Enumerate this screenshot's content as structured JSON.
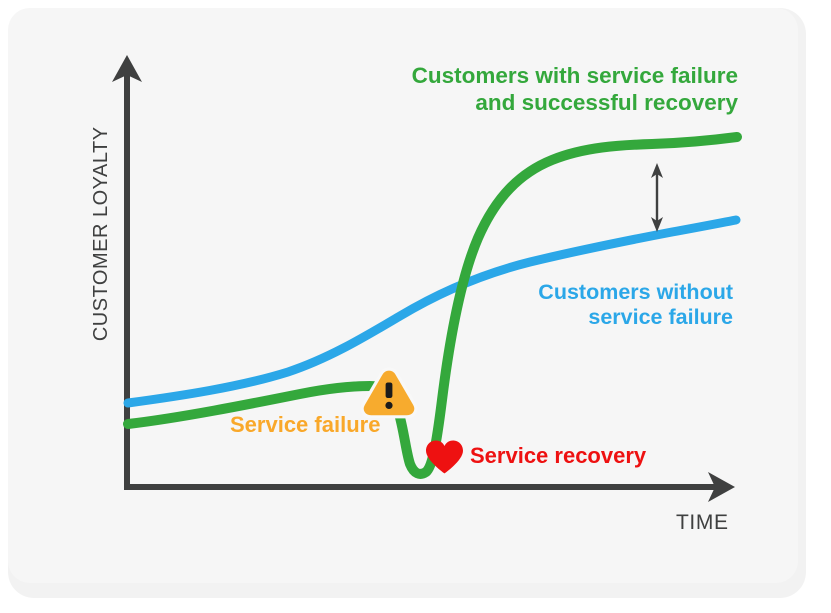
{
  "figure": {
    "background_color": "#ffffff",
    "card_color": "#f6f6f6",
    "panel_color": "#f2f2f2"
  },
  "axes": {
    "y_title": "CUSTOMER LOYALTY",
    "x_title": "TIME",
    "axis_color": "#3f4040"
  },
  "labels": {
    "green_line1": "Customers with service failure",
    "green_line2": "and successful recovery",
    "blue_line1": "Customers without",
    "blue_line2": "service failure",
    "service_failure": "Service failure",
    "service_recovery": "Service recovery"
  },
  "icons": {
    "warning": "warning-triangle-icon",
    "heart": "heart-icon",
    "gap_arrow": "double-headed-arrow-icon"
  },
  "colors": {
    "green": "#34a83c",
    "blue": "#2ba7e8",
    "orange": "#f9a82a",
    "red": "#ee1111",
    "axis": "#3f4040",
    "warning_fill": "#f7ab2e",
    "warning_mark": "#1b1b1b",
    "heart_fill": "#ee1111"
  },
  "chart_data": {
    "type": "line",
    "title": "",
    "subtitle": "",
    "xlabel": "TIME",
    "ylabel": "CUSTOMER LOYALTY",
    "xlim": [
      0,
      100
    ],
    "ylim": [
      0,
      100
    ],
    "grid": false,
    "axis_ticks": false,
    "legend": "inline-annotations",
    "series": [
      {
        "name": "Customers without service failure",
        "color": "#2ba7e8",
        "label_position": "right-middle",
        "x": [
          0,
          8,
          18,
          28,
          38,
          46,
          54,
          62,
          70,
          80,
          90,
          100
        ],
        "y": [
          20,
          23,
          27,
          32,
          39,
          45,
          50,
          54,
          57,
          60,
          63,
          67
        ]
      },
      {
        "name": "Customers with service failure and successful recovery",
        "color": "#34a83c",
        "label_position": "top-right",
        "x": [
          0,
          10,
          22,
          32,
          40,
          44,
          47,
          49,
          51,
          54,
          58,
          64,
          72,
          82,
          92,
          100
        ],
        "y": [
          15,
          18,
          22,
          25,
          26,
          18,
          6,
          3,
          20,
          45,
          62,
          72,
          78,
          81,
          84,
          88
        ]
      }
    ],
    "annotations": [
      {
        "name": "service-failure",
        "text": "Service failure",
        "color": "#f9a82a",
        "icon": "warning-triangle-icon",
        "x": 42,
        "y": 26
      },
      {
        "name": "service-recovery",
        "text": "Service recovery",
        "color": "#ee1111",
        "icon": "heart-icon",
        "x": 50,
        "y": 3
      },
      {
        "name": "loyalty-gap",
        "text": "",
        "icon": "double-headed-arrow-icon",
        "x": 87,
        "y_from": 63,
        "y_to": 82,
        "description": "vertical double-headed arrow showing loyalty gap between recovered and non-failure customers"
      }
    ]
  }
}
